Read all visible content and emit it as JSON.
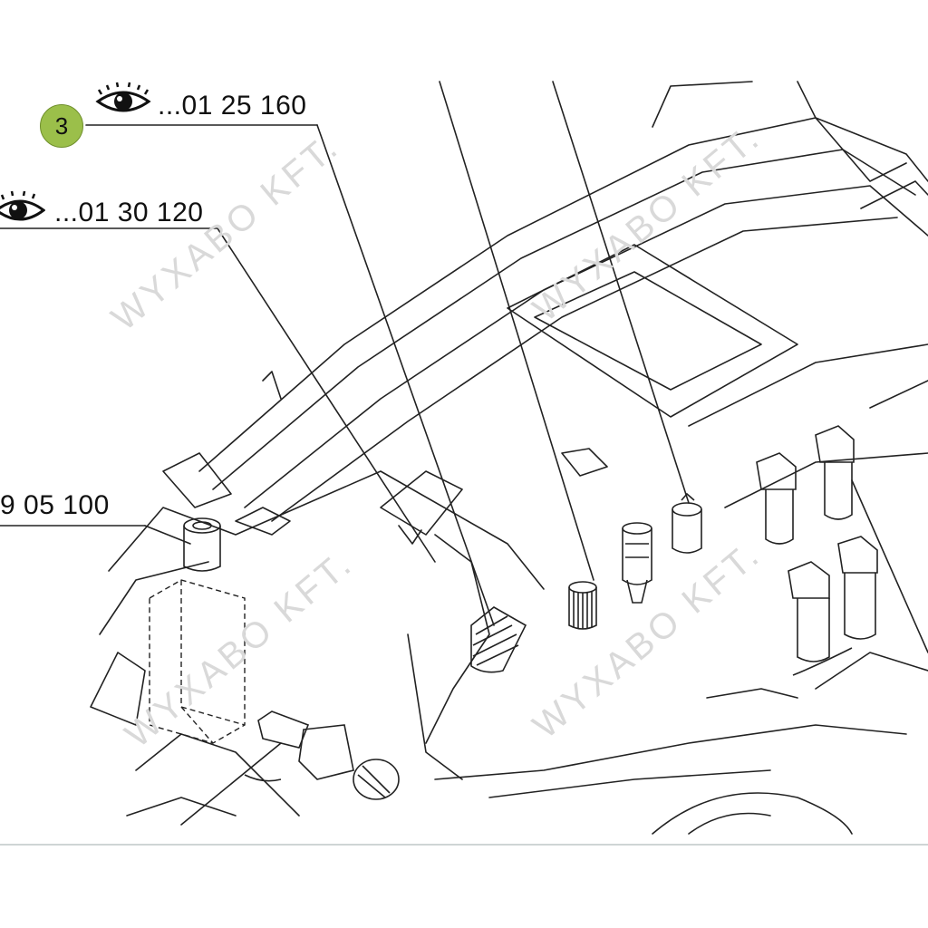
{
  "callouts": [
    {
      "prefix": "...",
      "part_number": "01 25 160",
      "badge": "3"
    },
    {
      "prefix": "...",
      "part_number": "01 30 120"
    },
    {
      "part_number": "9 05 100"
    }
  ],
  "colors": {
    "badge_fill": "#9bbf4a",
    "line": "#222222"
  },
  "icons": {
    "view_icon": "eye-icon"
  },
  "watermarks": [
    "WYXABO KFT.",
    "WYXABO KFT.",
    "WYXABO KFT."
  ]
}
